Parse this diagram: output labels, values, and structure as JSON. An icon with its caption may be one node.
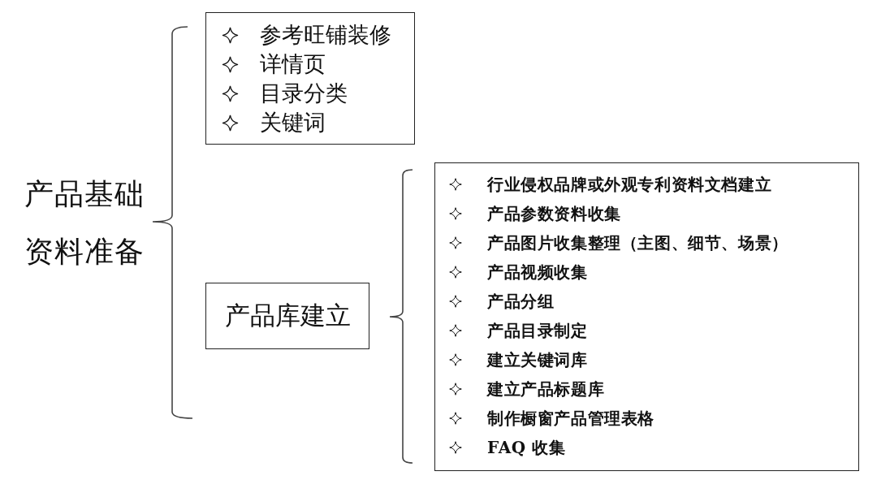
{
  "diagram": {
    "nodes": [
      {
        "text": [
          "产品基础资料准备"
        ]
      },
      {
        "text": [
          "参考旺铺装修",
          "详情页",
          "目录分类",
          "关键词"
        ]
      },
      {
        "text": [
          "产品库建立"
        ]
      },
      {
        "text": [
          "行业侵权品牌或外观专利资料文档建立",
          "产品参数资料收集",
          "产品图片收集整理（主图、细节、场景）",
          "产品视频收集",
          "产品分组",
          "产品目录制定",
          "建立关键词库",
          "建立产品标题库",
          "制作橱窗产品管理表格",
          "FAQ 收集"
        ]
      }
    ]
  }
}
